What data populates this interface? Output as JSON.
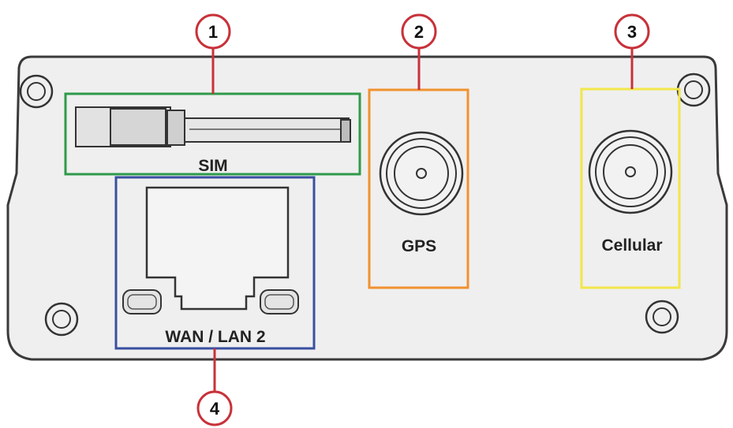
{
  "labels": {
    "sim": "SIM",
    "gps": "GPS",
    "cellular": "Cellular",
    "wan_lan": "WAN / LAN 2"
  },
  "callouts": [
    "1",
    "2",
    "3",
    "4"
  ],
  "colors": {
    "panel_fill": "#efefef",
    "panel_stroke": "#3a3a3a",
    "callout_red": "#c8323a",
    "sim_box": "#2e9a4a",
    "gps_box": "#f0922e",
    "cellular_box": "#f2e64a",
    "wan_box": "#3a4fa0"
  }
}
